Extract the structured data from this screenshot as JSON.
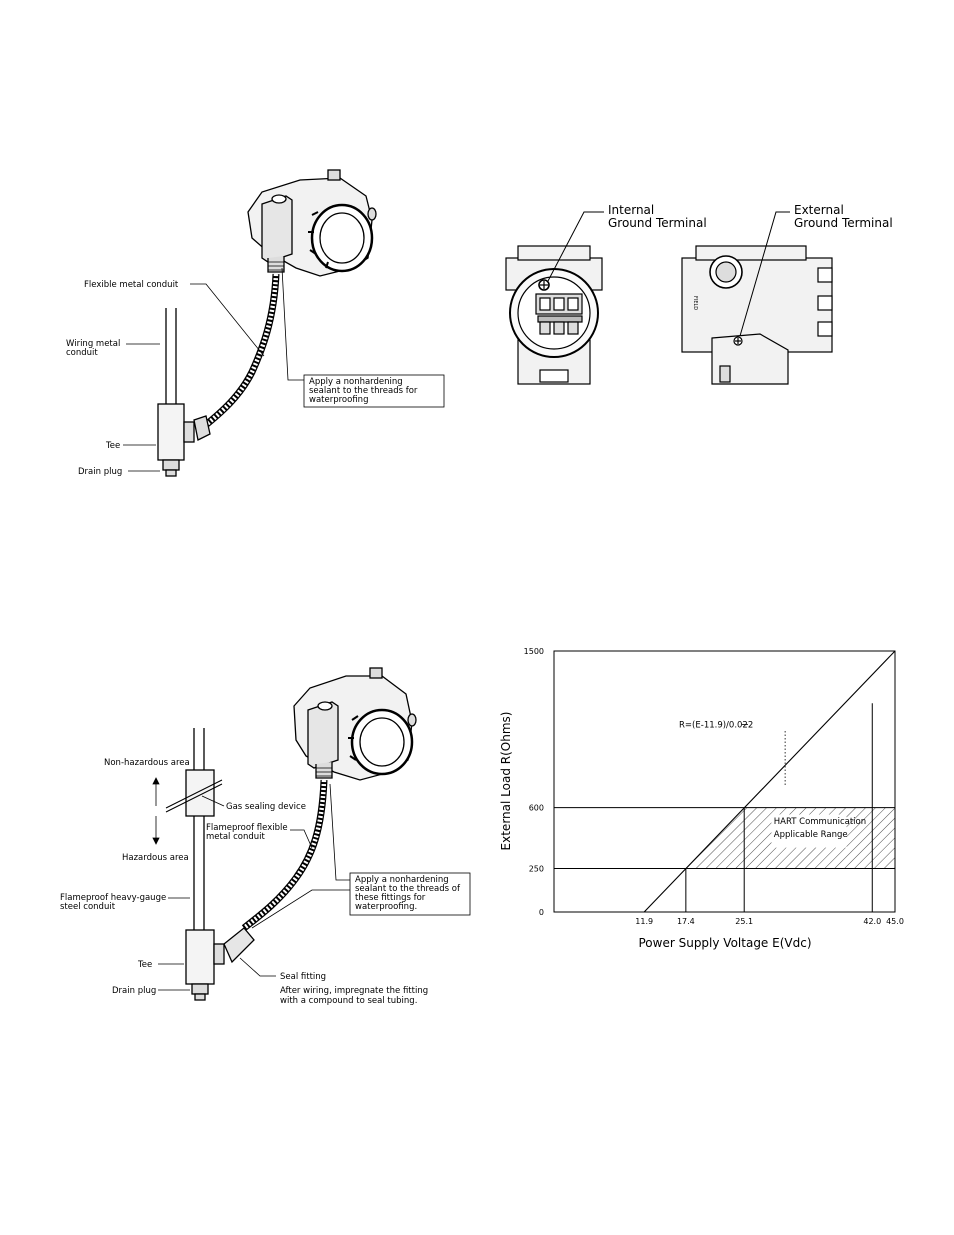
{
  "fig_conduit_wiring": {
    "flexible_metal_conduit": "Flexible metal conduit",
    "wiring_metal_conduit_1": "Wiring metal",
    "wiring_metal_conduit_2": "conduit",
    "tee": "Tee",
    "drain_plug": "Drain plug",
    "sealant_note_1": "Apply a nonhardening",
    "sealant_note_2": "sealant to the threads for",
    "sealant_note_3": "waterproofing"
  },
  "fig_ground_terminals": {
    "internal_1": "Internal",
    "internal_2": "Ground Terminal",
    "external_1": "External",
    "external_2": "Ground Terminal"
  },
  "fig_flameproof_wiring": {
    "non_hazardous_area": "Non-hazardous area",
    "gas_sealing_device": "Gas sealing device",
    "flameproof_flexible_1": "Flameproof flexible",
    "flameproof_flexible_2": "metal conduit",
    "hazardous_area": "Hazardous area",
    "heavy_gauge_1": "Flameproof heavy-gauge",
    "heavy_gauge_2": "steel conduit",
    "tee": "Tee",
    "drain_plug": "Drain plug",
    "seal_fitting": "Seal fitting",
    "seal_note_1": "After wiring, impregnate the fitting",
    "seal_note_2": "with a compound to seal tubing.",
    "sealant_note_1": "Apply a nonhardening",
    "sealant_note_2": "sealant to the threads of",
    "sealant_note_3": "these fittings for",
    "sealant_note_4": "waterproofing."
  },
  "chart_data": {
    "type": "line",
    "title": "",
    "xlabel": "Power Supply Voltage E(Vdc)",
    "ylabel": "External Load R(Ohms)",
    "xlim": [
      0,
      45.0
    ],
    "ylim": [
      0,
      1500
    ],
    "x_ticks": [
      "11.9",
      "17.4",
      "25.1",
      "42.0",
      "45.0"
    ],
    "y_ticks": [
      "0",
      "250",
      "600",
      "1500"
    ],
    "formula_label": "R=(E-11.9)/0.022",
    "region_label_1": "HART Communication",
    "region_label_2": "Applicable Range",
    "series": [
      {
        "x": [
          11.9,
          45.0
        ],
        "y": [
          0,
          1500
        ]
      }
    ],
    "hart_range": {
      "v_min": 17.4,
      "v_max": 42.0,
      "r_min": 250,
      "r_max": 600
    },
    "grid": false
  }
}
